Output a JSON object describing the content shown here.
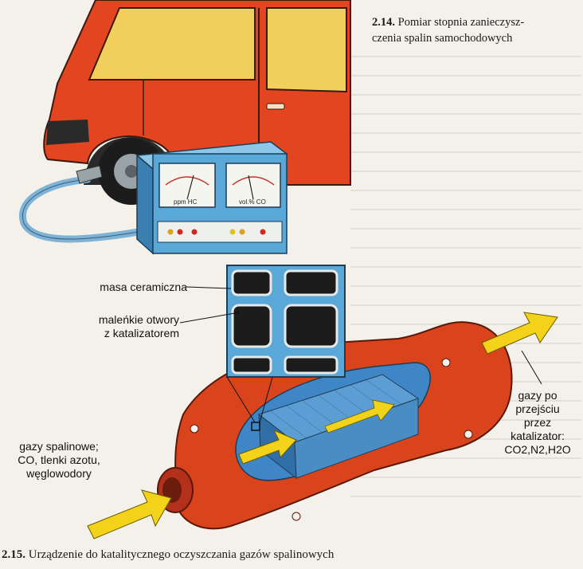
{
  "figure_214": {
    "number": "2.14.",
    "caption": "Pomiar stopnia zanieczysz-czenia spalin samochodowych",
    "caption_line1": "Pomiar stopnia zanieczysz-",
    "caption_line2": "czenia spalin samochodowych",
    "meter_left_label": "ppm HC",
    "meter_right_label": "vol.% CO"
  },
  "figure_215": {
    "number": "2.15.",
    "caption": "Urządzenie do katalitycznego oczyszczania gazów spalinowych"
  },
  "labels": {
    "ceramic_mass": "masa ceramiczna",
    "small_holes_line1": "maleńkie otwory",
    "small_holes_line2": "z katalizatorem",
    "exhaust_in_line1": "gazy spalinowe;",
    "exhaust_in_line2": "CO, tlenki azotu,",
    "exhaust_in_line3": "węglowodory",
    "exhaust_out_line1": "gazy po",
    "exhaust_out_line2": "przejściu",
    "exhaust_out_line3": "przez",
    "exhaust_out_line4": "katalizator:",
    "exhaust_out_formula": "CO2,N2,H2O"
  },
  "colors": {
    "car_body": "#e2451f",
    "car_shadow": "#b3301a",
    "analyzer": "#5aa8d8",
    "catalyst_shell": "#d9441c",
    "catalyst_core": "#3f86c6",
    "arrow_yellow": "#f3d21a"
  }
}
